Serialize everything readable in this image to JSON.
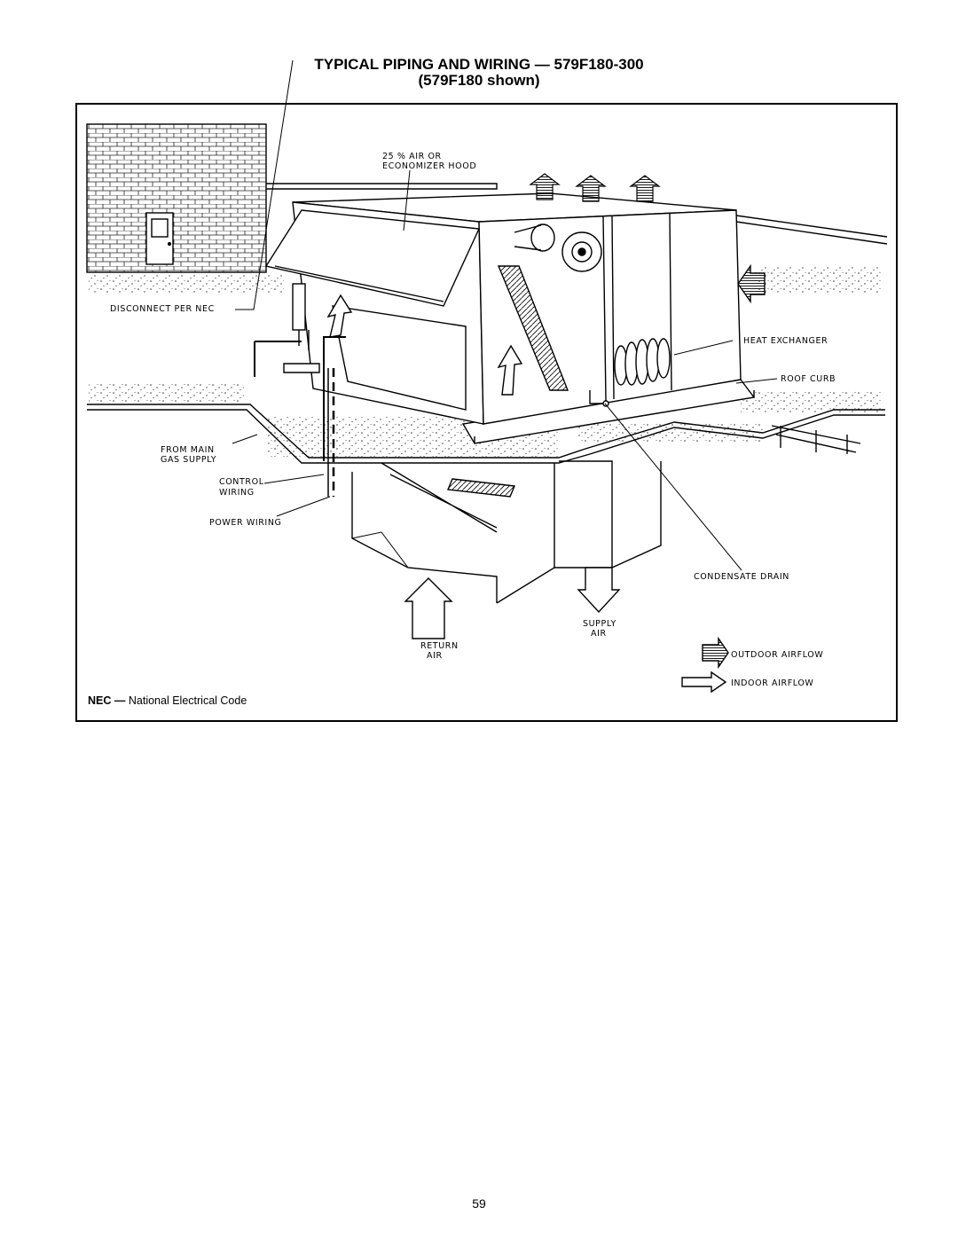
{
  "title": {
    "line1": "TYPICAL PIPING AND WIRING — 579F180-300",
    "line2": "(579F180 shown)"
  },
  "labels": {
    "hood_line1": "25 % AIR OR",
    "hood_line2": "ECONOMIZER HOOD",
    "disconnect": "DISCONNECT PER NEC",
    "heat_exchanger": "HEAT EXCHANGER",
    "roof_curb": "ROOF CURB",
    "gas_line1": "FROM MAIN",
    "gas_line2": "GAS SUPPLY",
    "control_line1": "CONTROL",
    "control_line2": "WIRING",
    "power_wiring": "POWER WIRING",
    "condensate_drain": "CONDENSATE DRAIN",
    "supply_line1": "SUPPLY",
    "supply_line2": "AIR",
    "return_line1": "RETURN",
    "return_line2": "AIR"
  },
  "legend": {
    "outdoor": "OUTDOOR AIRFLOW",
    "indoor": "INDOOR AIRFLOW"
  },
  "note": {
    "abbr": "NEC",
    "dash": "—",
    "text": "National Electrical Code"
  },
  "page_number": "59"
}
